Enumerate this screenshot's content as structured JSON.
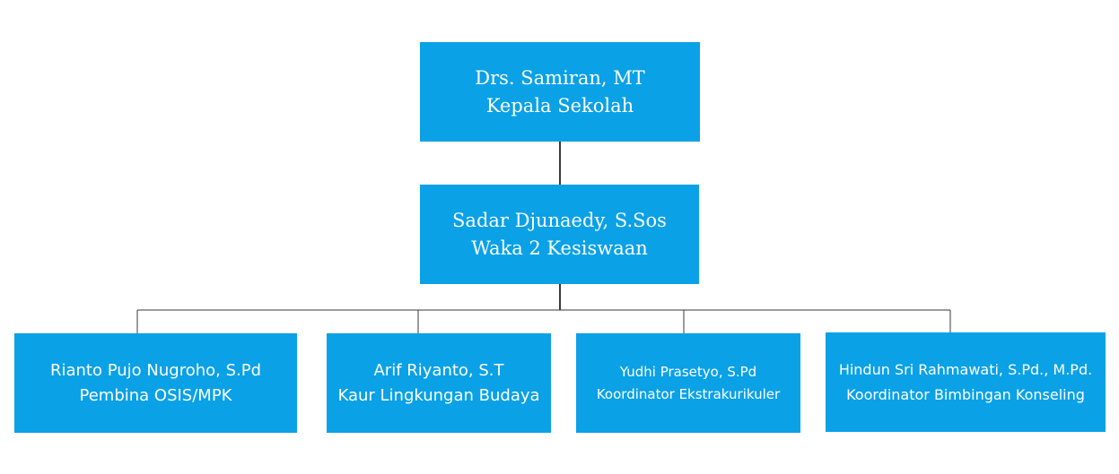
{
  "org_chart": {
    "nodes": [
      {
        "id": "head",
        "name": "Drs. Samiran, MT",
        "role": "Kepala Sekolah"
      },
      {
        "id": "waka",
        "name": "Sadar Djunaedy, S.Sos",
        "role": "Waka 2 Kesiswaan"
      },
      {
        "id": "osis",
        "name": "Rianto  Pujo Nugroho, S.Pd",
        "role": "Pembina OSIS/MPK"
      },
      {
        "id": "kaur",
        "name": "Arif  Riyanto, S.T",
        "role": "Kaur Lingkungan Budaya"
      },
      {
        "id": "ekstra",
        "name": "Yudhi Prasetyo, S.Pd",
        "role": "Koordinator Ekstrakurikuler"
      },
      {
        "id": "bk",
        "name": "Hindun Sri Rahmawati, S.Pd., M.Pd.",
        "role": "Koordinator Bimbingan Konseling"
      }
    ],
    "edges": [
      [
        "head",
        "waka"
      ],
      [
        "waka",
        "osis"
      ],
      [
        "waka",
        "kaur"
      ],
      [
        "waka",
        "ekstra"
      ],
      [
        "waka",
        "bk"
      ]
    ],
    "colors": {
      "node_fill": "#0aa1e6",
      "node_text": "#ffffff",
      "connector": "#3a3a3a"
    }
  }
}
